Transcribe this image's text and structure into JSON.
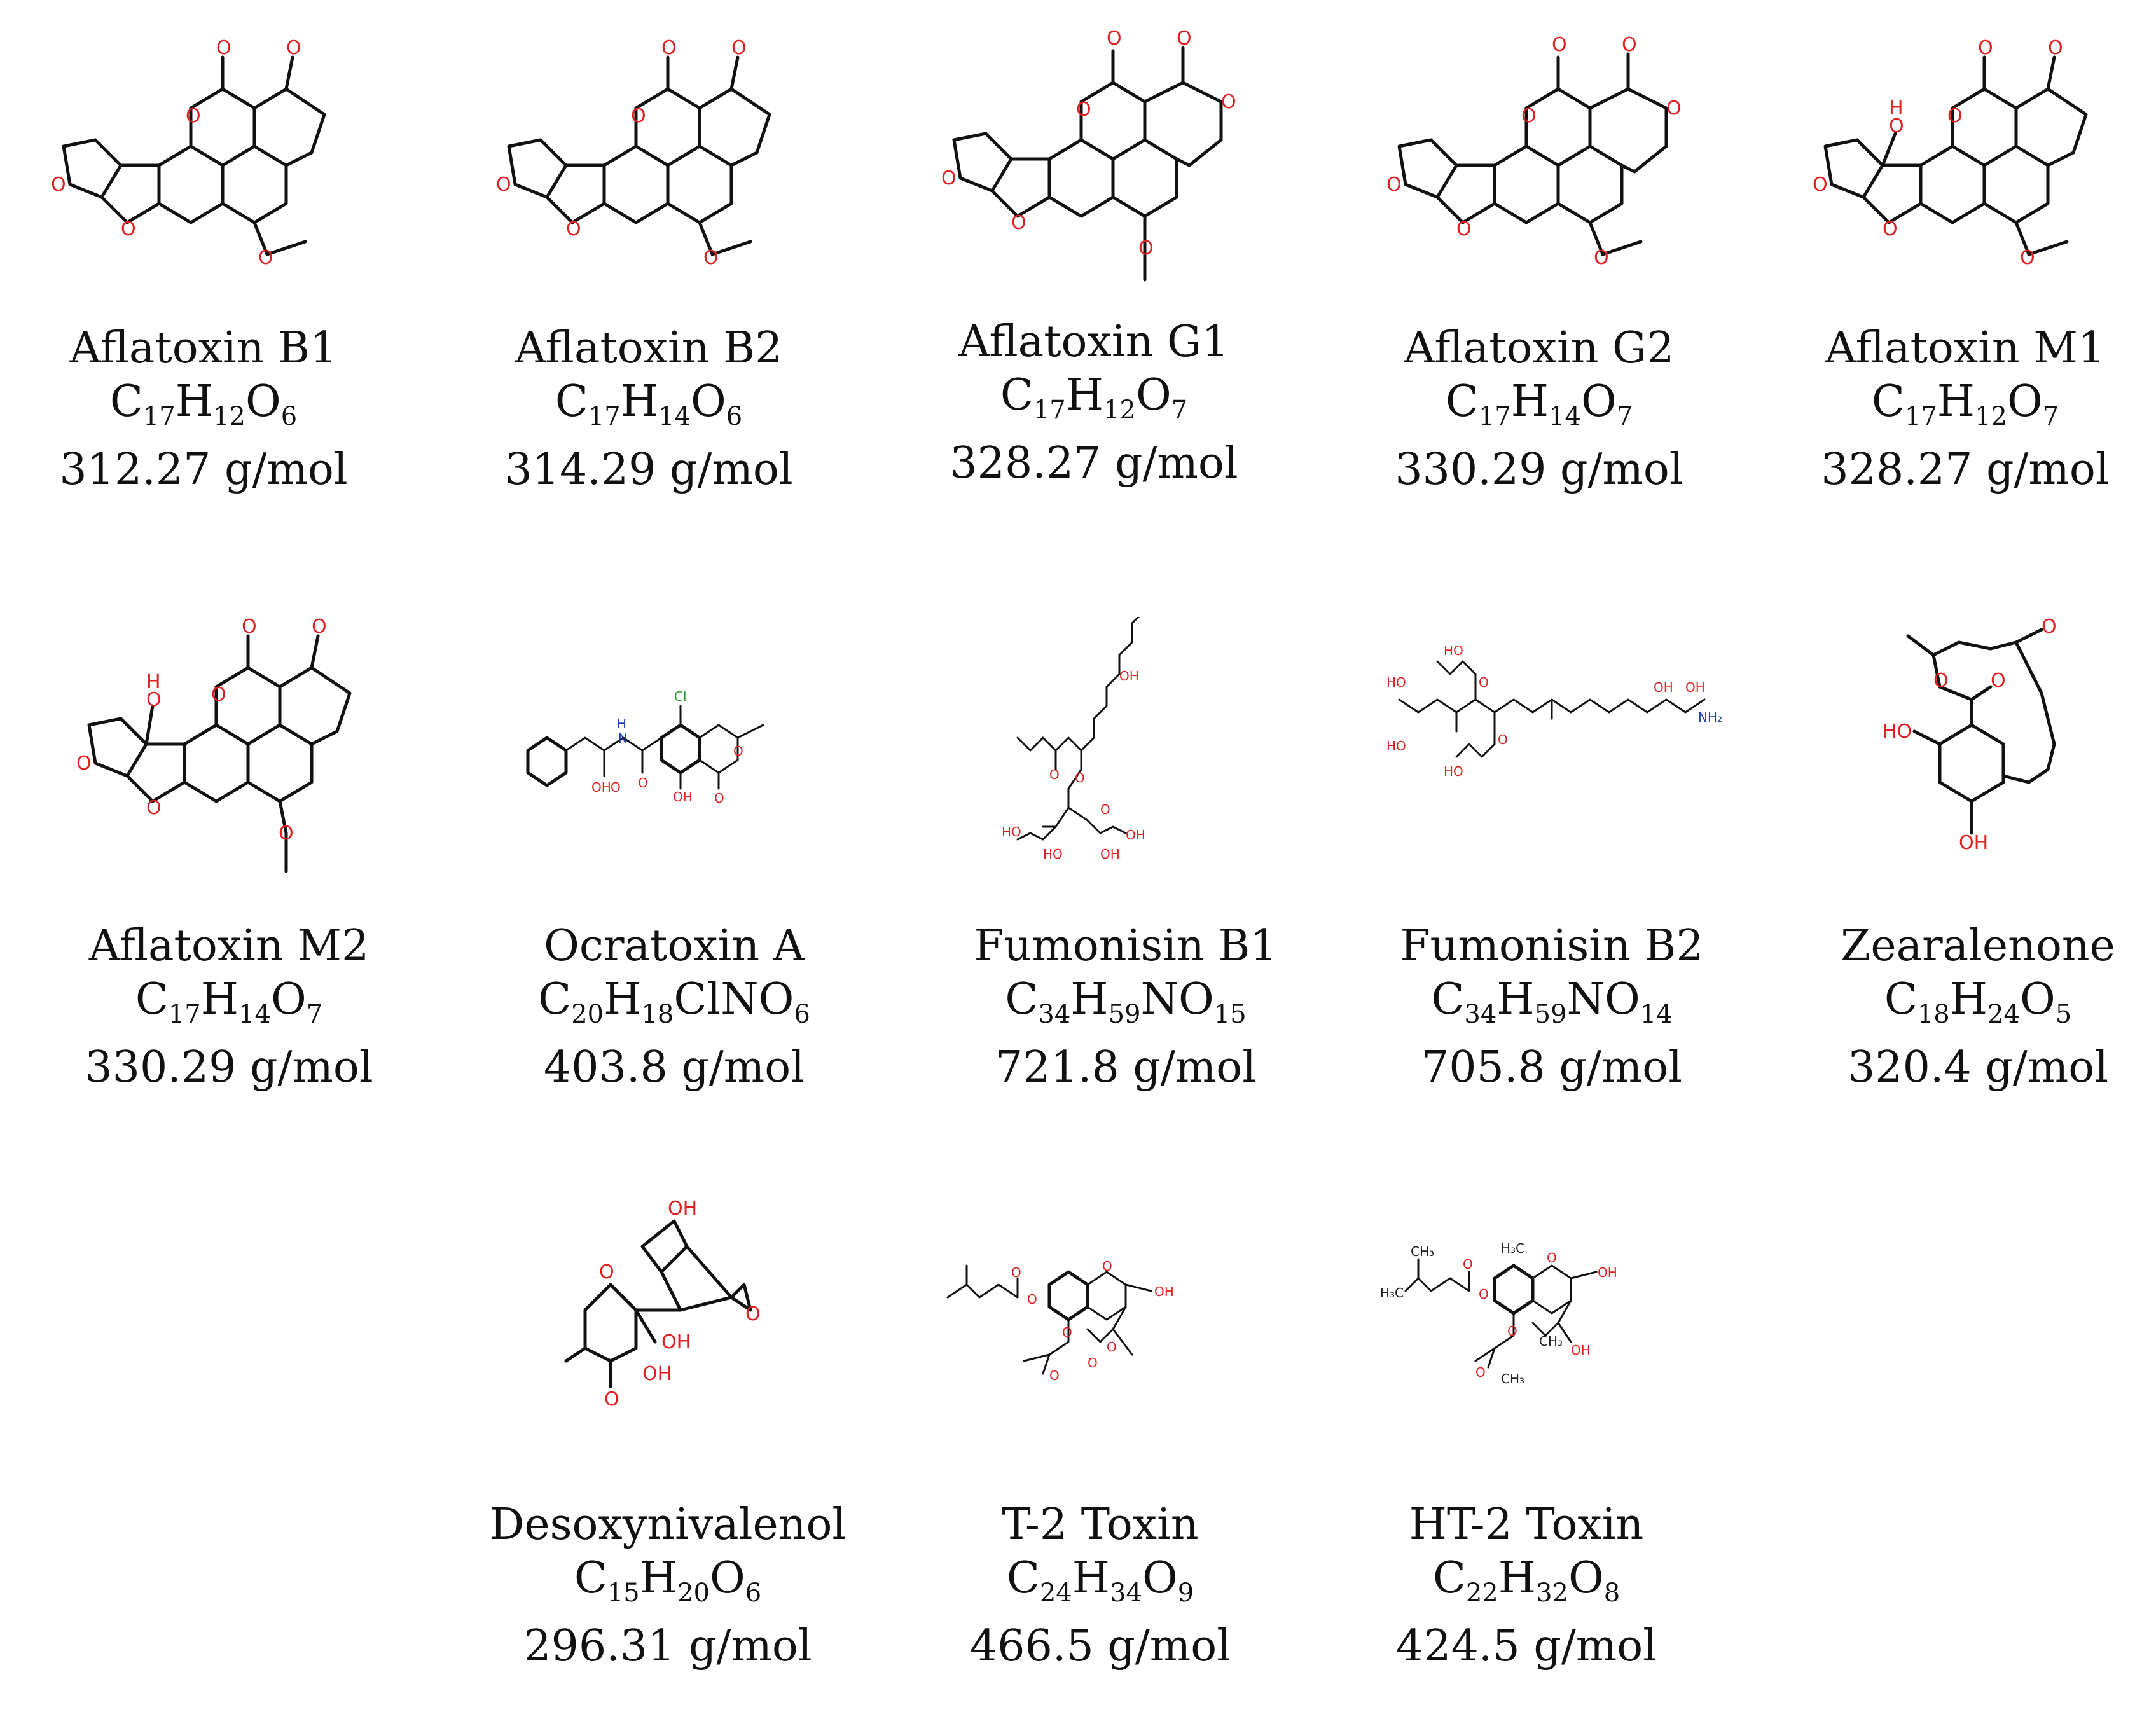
{
  "compounds": [
    {
      "name": "Aflatoxin B1",
      "formula": [
        [
          "C",
          "17"
        ],
        [
          "H",
          "12"
        ],
        [
          "O",
          "6"
        ]
      ],
      "mass": "312.27 g/mol"
    },
    {
      "name": "Aflatoxin B2",
      "formula": [
        [
          "C",
          "17"
        ],
        [
          "H",
          "14"
        ],
        [
          "O",
          "6"
        ]
      ],
      "mass": "314.29 g/mol"
    },
    {
      "name": "Aflatoxin G1",
      "formula": [
        [
          "C",
          "17"
        ],
        [
          "H",
          "12"
        ],
        [
          "O",
          "7"
        ]
      ],
      "mass": "328.27 g/mol"
    },
    {
      "name": "Aflatoxin G2",
      "formula": [
        [
          "C",
          "17"
        ],
        [
          "H",
          "14"
        ],
        [
          "O",
          "7"
        ]
      ],
      "mass": "330.29 g/mol"
    },
    {
      "name": "Aflatoxin M1",
      "formula": [
        [
          "C",
          "17"
        ],
        [
          "H",
          "12"
        ],
        [
          "O",
          "7"
        ]
      ],
      "mass": "328.27 g/mol"
    },
    {
      "name": "Aflatoxin M2",
      "formula": [
        [
          "C",
          "17"
        ],
        [
          "H",
          "14"
        ],
        [
          "O",
          "7"
        ]
      ],
      "mass": "330.29 g/mol"
    },
    {
      "name": "Ocratoxin A",
      "formula": [
        [
          "C",
          "20"
        ],
        [
          "H",
          "18"
        ],
        [
          "ClNO",
          "6"
        ]
      ],
      "mass": "403.8 g/mol"
    },
    {
      "name": "Fumonisin B1",
      "formula": [
        [
          "C",
          "34"
        ],
        [
          "H",
          "59"
        ],
        [
          "NO",
          "15"
        ]
      ],
      "mass": "721.8 g/mol"
    },
    {
      "name": "Fumonisin B2",
      "formula": [
        [
          "C",
          "34"
        ],
        [
          "H",
          "59"
        ],
        [
          "NO",
          "14"
        ]
      ],
      "mass": "705.8 g/mol"
    },
    {
      "name": "Zearalenone",
      "formula": [
        [
          "C",
          "18"
        ],
        [
          "H",
          "24"
        ],
        [
          "O",
          "5"
        ]
      ],
      "mass": "320.4 g/mol"
    },
    {
      "name": "Desoxynivalenol",
      "formula": [
        [
          "C",
          "15"
        ],
        [
          "H",
          "20"
        ],
        [
          "O",
          "6"
        ]
      ],
      "mass": "296.31 g/mol"
    },
    {
      "name": "T-2 Toxin",
      "formula": [
        [
          "C",
          "24"
        ],
        [
          "H",
          "34"
        ],
        [
          "O",
          "9"
        ]
      ],
      "mass": "466.5 g/mol"
    },
    {
      "name": "HT-2 Toxin",
      "formula": [
        [
          "C",
          "22"
        ],
        [
          "H",
          "32"
        ],
        [
          "O",
          "8"
        ]
      ],
      "mass": "424.5 g/mol"
    }
  ],
  "atom_labels": {
    "oxygen": "O",
    "hydroxyl": "OH",
    "hydroxyl_left": "HO",
    "amine": "NH₂",
    "amide_nh": "H",
    "amide_n": "N",
    "chlorine": "Cl",
    "methyl_h3c": "H₃C",
    "methyl_ch3": "CH₃",
    "hydroxyl_h": "H"
  },
  "colors": {
    "oxygen": "#e02020",
    "nitrogen": "#1b3fb0",
    "chlorine": "#2aa02a",
    "bond": "#111111"
  }
}
